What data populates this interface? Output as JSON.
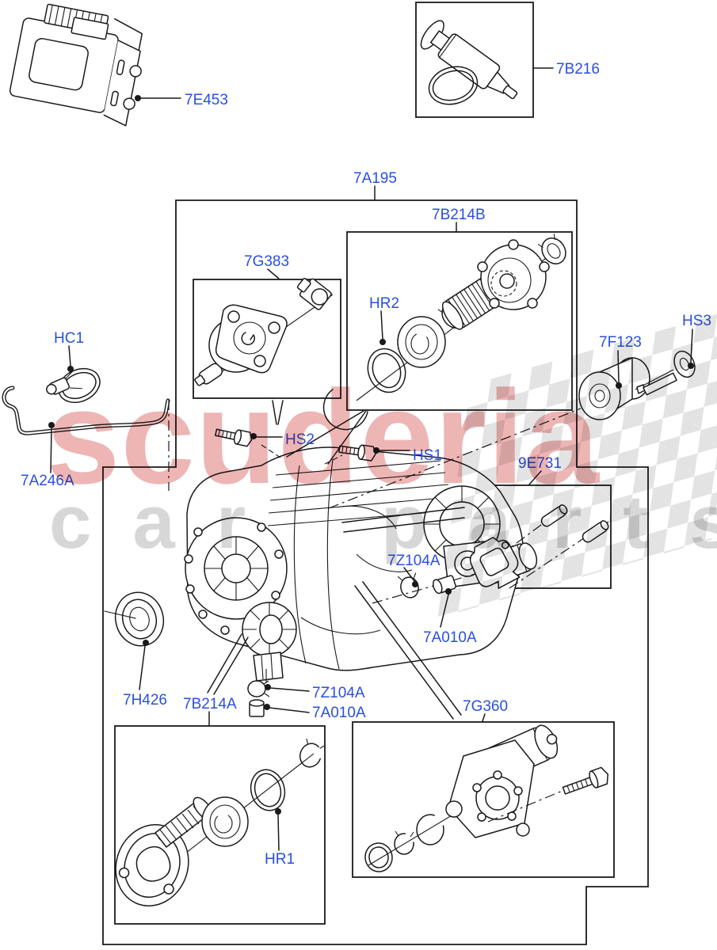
{
  "diagram": {
    "description": "Transfer case exploded parts diagram",
    "callouts": {
      "p7e453": "7E453",
      "p7b216": "7B216",
      "p7a195": "7A195",
      "p7b214b": "7B214B",
      "p7g383": "7G383",
      "hr2": "HR2",
      "hc1": "HC1",
      "p7a246a": "7A246A",
      "hs2": "HS2",
      "hs1": "HS1",
      "p9e731": "9E731",
      "p7f123": "7F123",
      "hs3": "HS3",
      "p7z104a_side": "7Z104A",
      "p7a010a_side": "7A010A",
      "p7z104a_bottom": "7Z104A",
      "p7a010a_bottom": "7A010A",
      "p7h426": "7H426",
      "p7b214a": "7B214A",
      "hr1": "HR1",
      "p7g360": "7G360"
    },
    "colors": {
      "callout_text": "#2a4fe0",
      "line": "#1a1a1a",
      "watermark_red": "rgba(214,78,78,0.42)",
      "watermark_gray": "rgba(150,150,150,0.38)",
      "checker_gray": "#dedede"
    }
  },
  "watermark": {
    "brand": "scuderia",
    "tagline": "car parts"
  }
}
